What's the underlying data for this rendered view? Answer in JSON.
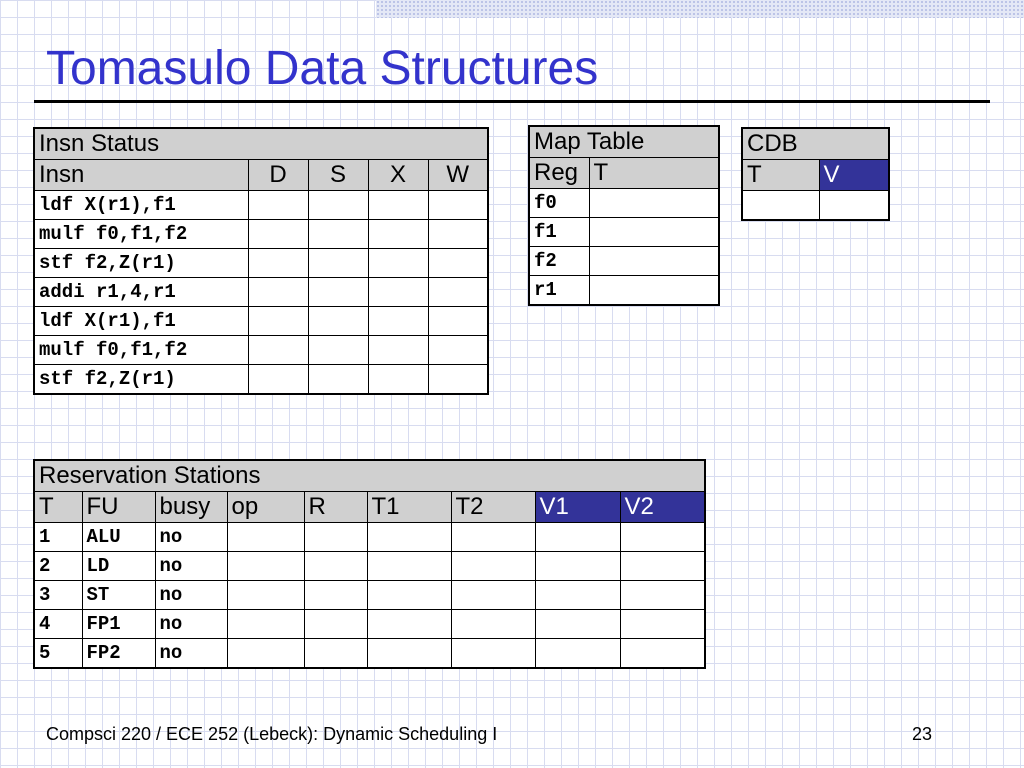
{
  "slide": {
    "title": "Tomasulo Data Structures",
    "footer_left": "Compsci 220 / ECE 252 (Lebeck): Dynamic Scheduling I",
    "page_number": "23"
  },
  "insn_status": {
    "title": "Insn Status",
    "headers": [
      "Insn",
      "D",
      "S",
      "X",
      "W"
    ],
    "rows": [
      "ldf X(r1),f1",
      "mulf f0,f1,f2",
      "stf f2,Z(r1)",
      "addi r1,4,r1",
      "ldf X(r1),f1",
      "mulf f0,f1,f2",
      "stf f2,Z(r1)"
    ]
  },
  "map_table": {
    "title": "Map Table",
    "headers": [
      "Reg",
      "T"
    ],
    "rows": [
      "f0",
      "f1",
      "f2",
      "r1"
    ]
  },
  "cdb": {
    "title": "CDB",
    "headers": [
      "T",
      "V"
    ]
  },
  "reservation_stations": {
    "title": "Reservation Stations",
    "headers": [
      "T",
      "FU",
      "busy",
      "op",
      "R",
      "T1",
      "T2",
      "V1",
      "V2"
    ],
    "rows": [
      {
        "t": "1",
        "fu": "ALU",
        "busy": "no"
      },
      {
        "t": "2",
        "fu": "LD",
        "busy": "no"
      },
      {
        "t": "3",
        "fu": "ST",
        "busy": "no"
      },
      {
        "t": "4",
        "fu": "FP1",
        "busy": "no"
      },
      {
        "t": "5",
        "fu": "FP2",
        "busy": "no"
      }
    ]
  },
  "colors": {
    "title": "#3333cc",
    "header_fill": "#d0d0d0",
    "highlight_header": "#333399"
  }
}
